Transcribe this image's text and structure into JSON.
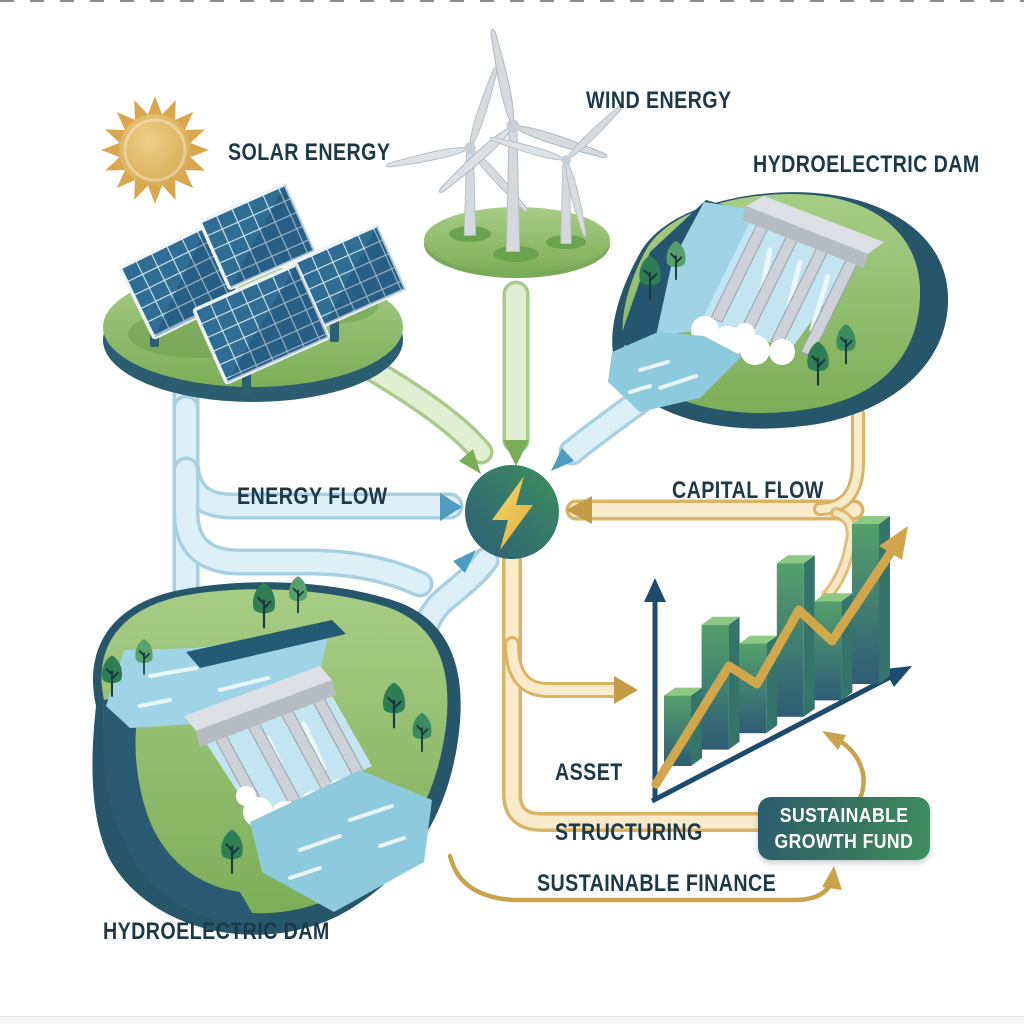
{
  "sources": {
    "solar": {
      "label": "SOLAR ENERGY",
      "icon": "sun-icon"
    },
    "wind": {
      "label": "WIND ENERGY",
      "icon": "wind-turbines-icon"
    },
    "hydro_top": {
      "label": "HYDROELECTRIC DAM",
      "icon": "dam-icon"
    },
    "hydro_bottom": {
      "label": "HYDROELECTRIC DAM",
      "icon": "dam-icon"
    }
  },
  "hub": {
    "icon": "lightning-bolt-icon"
  },
  "flows": {
    "energy_flow": {
      "label": "ENERGY FLOW"
    },
    "capital_flow": {
      "label": "CAPITAL FLOW"
    },
    "asset_structuring": {
      "line1": "ASSET",
      "line2": "STRUCTURING"
    },
    "sustainable_finance": {
      "label": "SUSTAINABLE FINANCE"
    }
  },
  "fund": {
    "line1": "SUSTAINABLE",
    "line2": "GROWTH FUND"
  },
  "growth_chart": {
    "type": "bar",
    "values": [
      2.2,
      3.9,
      2.8,
      4.8,
      3.1,
      5.0
    ],
    "unit": "relative-unlabeled",
    "trend": "rising",
    "trend_line": "gold-zigzag-arrow-up",
    "axes_labeled": false,
    "colors": {
      "top": "#8cc983",
      "side": "#35746b",
      "front_top": "#55a06b",
      "front_bottom": "#2d5d76"
    }
  },
  "colors": {
    "energy_pipe_blue": "#8fc3da",
    "energy_pipe_green": "#9cc27f",
    "capital_pipe_gold": "#c9a24b",
    "hub_teal": "#2b5e77",
    "hub_green": "#3f8e5e",
    "bolt_gold": "#eec14f",
    "axis_navy": "#1d4b6e",
    "label_text": "#1b3949",
    "fund_gradient": [
      "#2b5c6e",
      "#3f8f5f"
    ]
  }
}
